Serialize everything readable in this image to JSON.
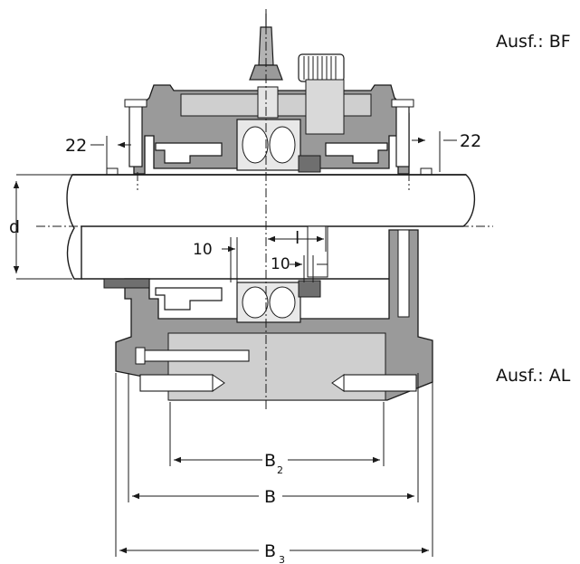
{
  "labels": {
    "variant_top": "Ausf.: BF",
    "variant_bottom": "Ausf.: AL",
    "dim_22_left": "22",
    "dim_22_right": "22",
    "dim_d": "d",
    "dim_10_a": "10",
    "dim_10_b": "10",
    "dim_l": "l",
    "dim_b2": "B",
    "dim_b2_sub": "2",
    "dim_b": "B",
    "dim_b3": "B",
    "dim_b3_sub": "3"
  },
  "colors": {
    "housing": "#9a9a9a",
    "housing_dark": "#6f6f6f",
    "housing_light": "#cfcfcf",
    "line": "#1a1a1a",
    "shaft": "#ffffff"
  }
}
